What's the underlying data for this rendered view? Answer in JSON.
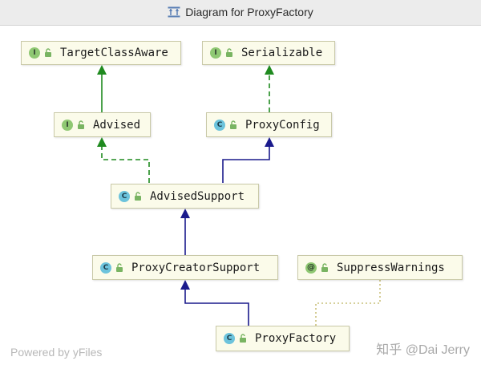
{
  "window": {
    "title": "Diagram for ProxyFactory",
    "title_icon": "diagram-icon"
  },
  "nodes": {
    "target_class_aware": {
      "kind": "I",
      "label": "TargetClassAware",
      "type": "interface"
    },
    "serializable": {
      "kind": "I",
      "label": "Serializable",
      "type": "interface"
    },
    "advised": {
      "kind": "I",
      "label": "Advised",
      "type": "interface"
    },
    "proxy_config": {
      "kind": "C",
      "label": "ProxyConfig",
      "type": "class"
    },
    "advised_support": {
      "kind": "C",
      "label": "AdvisedSupport",
      "type": "class"
    },
    "proxy_creator_support": {
      "kind": "C",
      "label": "ProxyCreatorSupport",
      "type": "class"
    },
    "suppress_warnings": {
      "kind": "@",
      "label": "SuppressWarnings",
      "type": "annotation"
    },
    "proxy_factory": {
      "kind": "C",
      "label": "ProxyFactory",
      "type": "class"
    }
  },
  "edges": [
    {
      "from": "Advised",
      "to": "TargetClassAware",
      "relation": "extends"
    },
    {
      "from": "ProxyConfig",
      "to": "Serializable",
      "relation": "implements"
    },
    {
      "from": "AdvisedSupport",
      "to": "Advised",
      "relation": "implements"
    },
    {
      "from": "AdvisedSupport",
      "to": "ProxyConfig",
      "relation": "extends"
    },
    {
      "from": "ProxyCreatorSupport",
      "to": "AdvisedSupport",
      "relation": "extends"
    },
    {
      "from": "ProxyFactory",
      "to": "ProxyCreatorSupport",
      "relation": "extends"
    },
    {
      "from": "ProxyFactory",
      "to": "SuppressWarnings",
      "relation": "annotated-with"
    }
  ],
  "colors": {
    "extends_interface": "#1f8a1f",
    "implements": "#1f8a1f",
    "extends_class": "#1a1a8c",
    "annotation_link": "#c9c07a",
    "node_fill": "#fbfbea"
  },
  "footer": {
    "powered_by": "Powered by yFiles",
    "watermark": "知乎 @Dai Jerry"
  }
}
